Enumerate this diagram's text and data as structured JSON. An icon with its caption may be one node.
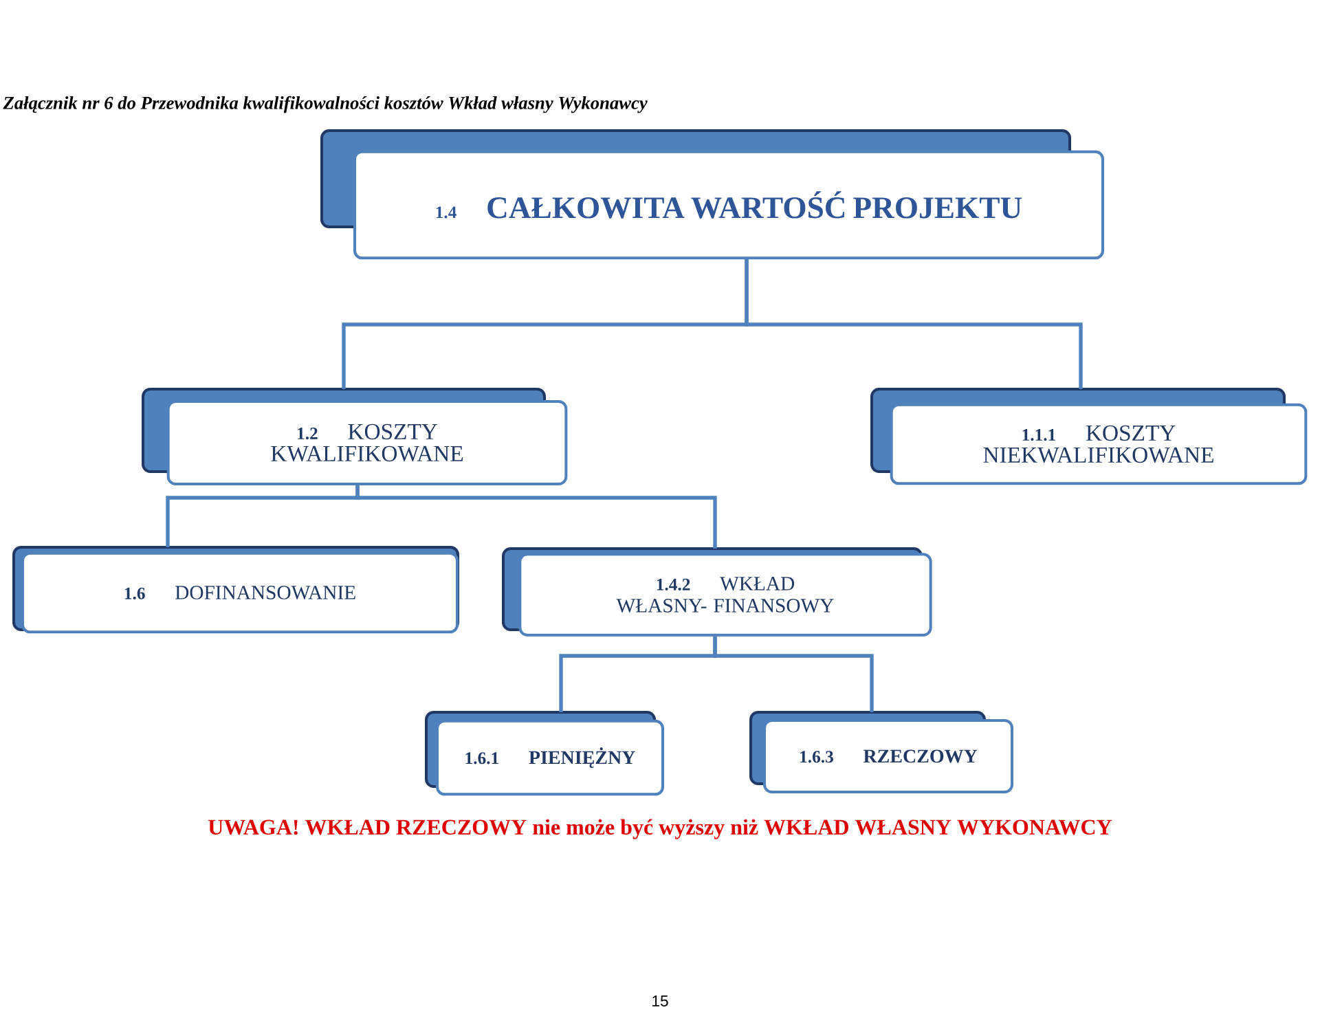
{
  "diagram": {
    "title": "Załącznik nr 6 do Przewodnika kwalifikowalności kosztów Wkład własny Wykonawcy",
    "nodes": [
      {
        "text": [
          "1.4",
          "CAŁKOWITA WARTOŚĆ PROJEKTU"
        ]
      },
      {
        "text": [
          "1.2",
          "KOSZTY KWALIFIKOWANE"
        ]
      },
      {
        "text": [
          "1.1.1",
          "KOSZTY NIEKWALIFIKOWANE"
        ]
      },
      {
        "text": [
          "1.6",
          "DOFINANSOWANIE"
        ]
      },
      {
        "text": [
          "1.4.2",
          "WKŁAD WŁASNY- FINANSOWY"
        ]
      },
      {
        "text": [
          "1.6.1",
          "PIENIĘŻNY"
        ]
      },
      {
        "text": [
          "1.6.3",
          "RZECZOWY"
        ]
      }
    ],
    "edges": [
      {
        "from": 0,
        "to": 1,
        "arrow": "none"
      },
      {
        "from": 0,
        "to": 2,
        "arrow": "none"
      },
      {
        "from": 1,
        "to": 3,
        "arrow": "none"
      },
      {
        "from": 1,
        "to": 4,
        "arrow": "none"
      },
      {
        "from": 4,
        "to": 5,
        "arrow": "none"
      },
      {
        "from": 4,
        "to": 6,
        "arrow": "none"
      }
    ],
    "labels": [
      "UWAGA!  WKŁAD RZECZOWY nie może być wyższy niż  WKŁAD WŁASNY WYKONAWCY",
      "15"
    ]
  }
}
